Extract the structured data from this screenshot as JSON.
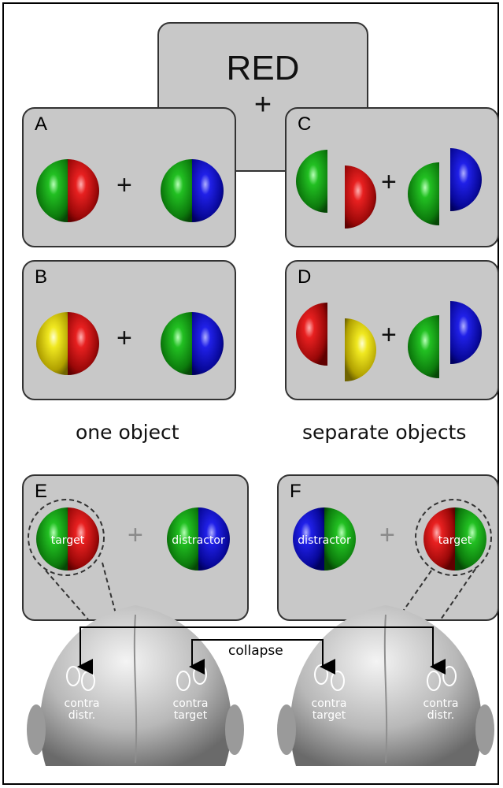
{
  "cue": {
    "word": "RED",
    "plus": "+"
  },
  "panels": {
    "a": {
      "label": "A",
      "plus": "+"
    },
    "b": {
      "label": "B",
      "plus": "+"
    },
    "c": {
      "label": "C",
      "plus": "+"
    },
    "d": {
      "label": "D",
      "plus": "+"
    },
    "e": {
      "label": "E",
      "plus": "+",
      "target": "target",
      "distractor": "distractor"
    },
    "f": {
      "label": "F",
      "plus": "+",
      "target": "target",
      "distractor": "distractor"
    }
  },
  "captions": {
    "left": "one object",
    "right": "separate objects"
  },
  "heads": {
    "collapse": "collapse",
    "left_contra_distr": [
      "contra",
      "distr."
    ],
    "left_contra_target": [
      "contra",
      "target"
    ],
    "right_contra_target": [
      "contra",
      "target"
    ],
    "right_contra_distr": [
      "contra",
      "distr."
    ]
  },
  "colors": {
    "red": "#d81818",
    "green": "#1fae1f",
    "blue": "#1414c8",
    "yellow": "#e6dc10",
    "panel": "#c8c8c8"
  }
}
